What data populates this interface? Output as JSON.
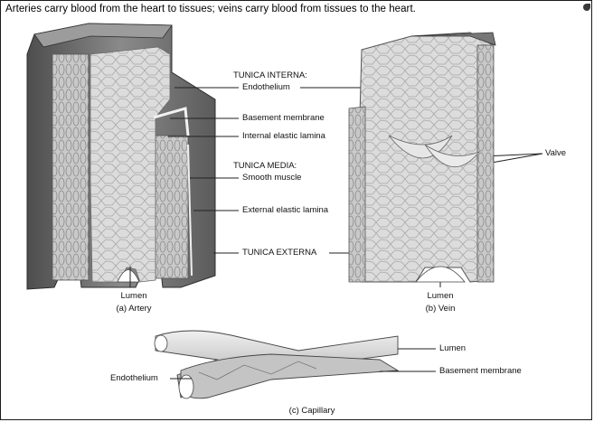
{
  "caption": "Arteries carry blood from the heart to tissues; veins carry blood from tissues to the heart.",
  "artery": {
    "labels": {
      "tunica_interna": "TUNICA INTERNA:",
      "endothelium": "Endothelium",
      "basement_membrane": "Basement membrane",
      "internal_elastic_lamina": "Internal elastic lamina",
      "tunica_media": "TUNICA MEDIA:",
      "smooth_muscle": "Smooth muscle",
      "external_elastic_lamina": "External elastic lamina",
      "tunica_externa": "TUNICA EXTERNA"
    },
    "lumen": "Lumen",
    "title": "(a) Artery"
  },
  "vein": {
    "valve": "Valve",
    "lumen": "Lumen",
    "title": "(b) Vein"
  },
  "capillary": {
    "lumen": "Lumen",
    "basement_membrane": "Basement membrane",
    "endothelium": "Endothelium",
    "title": "(c) Capillary"
  },
  "colors": {
    "tissue_light": "#d9d9d9",
    "tissue_mid": "#b5b5b5",
    "tissue_dark": "#6f6f6f",
    "leader_line": "#222222"
  }
}
